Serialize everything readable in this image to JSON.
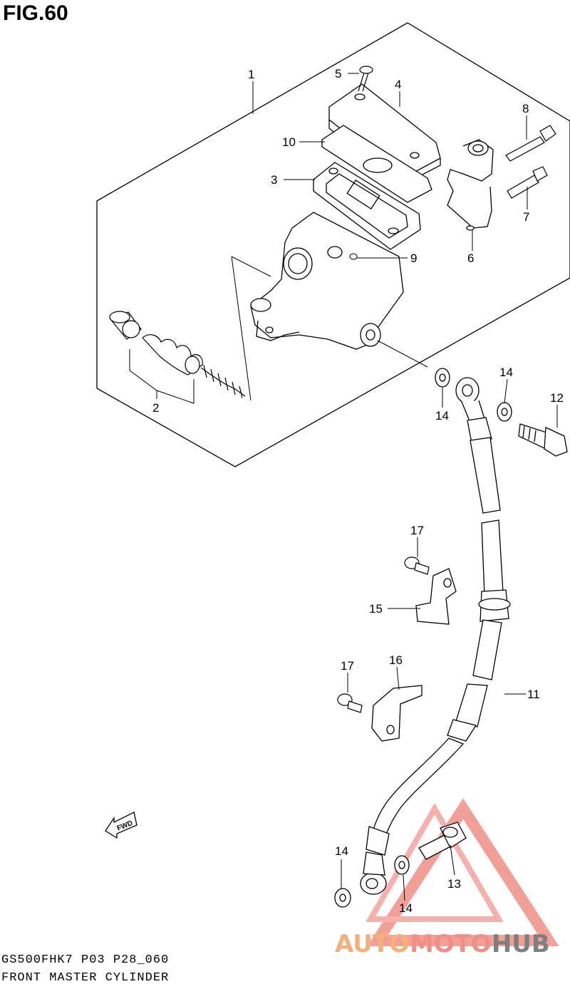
{
  "figure": {
    "title": "FIG.60",
    "fwd_label": "FWD"
  },
  "callouts": {
    "c1": "1",
    "c2": "2",
    "c3": "3",
    "c4": "4",
    "c5": "5",
    "c6": "6",
    "c7": "7",
    "c8": "8",
    "c9": "9",
    "c10": "10",
    "c11": "11",
    "c12": "12",
    "c13": "13",
    "c14a": "14",
    "c14b": "14",
    "c14c": "14",
    "c14d": "14",
    "c15": "15",
    "c16": "16",
    "c17a": "17",
    "c17b": "17"
  },
  "footer": {
    "code": "GS500FHK7 P03 P28_060",
    "caption": "FRONT MASTER CYLINDER"
  },
  "watermark": {
    "part1": "AUTO",
    "part2": "MOTO",
    "part3": "HUB",
    "colors": {
      "part1": "#f4b07a",
      "part2": "#f08f86",
      "part3": "#7f7f7f",
      "triangle": "#f08f86"
    }
  }
}
